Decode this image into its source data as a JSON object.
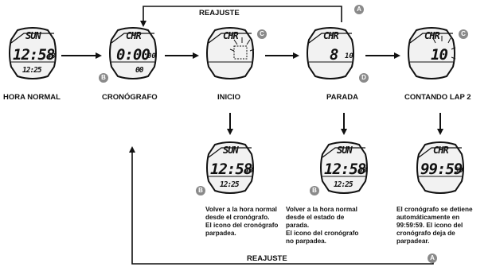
{
  "colors": {
    "line": "#111111",
    "button": "#8a8a8a",
    "display": "#f2f2f2"
  },
  "watches": [
    {
      "top": "SUN",
      "main": "12:58",
      "sec": "48",
      "bottom": "12:25",
      "label": "HORA NORMAL"
    },
    {
      "top": "CHR",
      "main": "0:00",
      "sec": "00",
      "bottom": "00",
      "label": "CRONÓGRAFO"
    },
    {
      "top": "CHR",
      "main": "",
      "sec": "",
      "bottom": "",
      "label": "INICIO"
    },
    {
      "top": "CHR",
      "main": "8",
      "sec": "10",
      "bottom": "",
      "label": "PARADA"
    },
    {
      "top": "CHR",
      "main": "10",
      "sec": "",
      "bottom": "",
      "label": "CONTANDO LAP 2"
    },
    {
      "top": "SUN",
      "main": "12:58",
      "sec": "48",
      "bottom": "12:25",
      "label": ""
    },
    {
      "top": "SUN",
      "main": "12:58",
      "sec": "48",
      "bottom": "12:25",
      "label": ""
    },
    {
      "top": "CHR",
      "main": "99:59",
      "sec": "59",
      "bottom": "",
      "label": ""
    }
  ],
  "reset_top": "REAJUSTE",
  "reset_bottom": "REAJUSTE",
  "buttons": {
    "a": "A",
    "b": "B",
    "c": "C",
    "d": "D"
  },
  "captions": {
    "c1": [
      "Volver a la hora normal",
      "desde el cronógrafo.",
      "El icono del cronógrafo",
      "parpadea."
    ],
    "c2": [
      "Volver a la hora normal",
      "desde el estado de",
      "parada.",
      "El icono del cronógrafo",
      "no parpadea."
    ],
    "c3": [
      "El cronógrafo se detiene",
      "automáticamente en",
      "99:59:59. El icono del",
      "cronógrafo deja de",
      "parpadear."
    ]
  }
}
